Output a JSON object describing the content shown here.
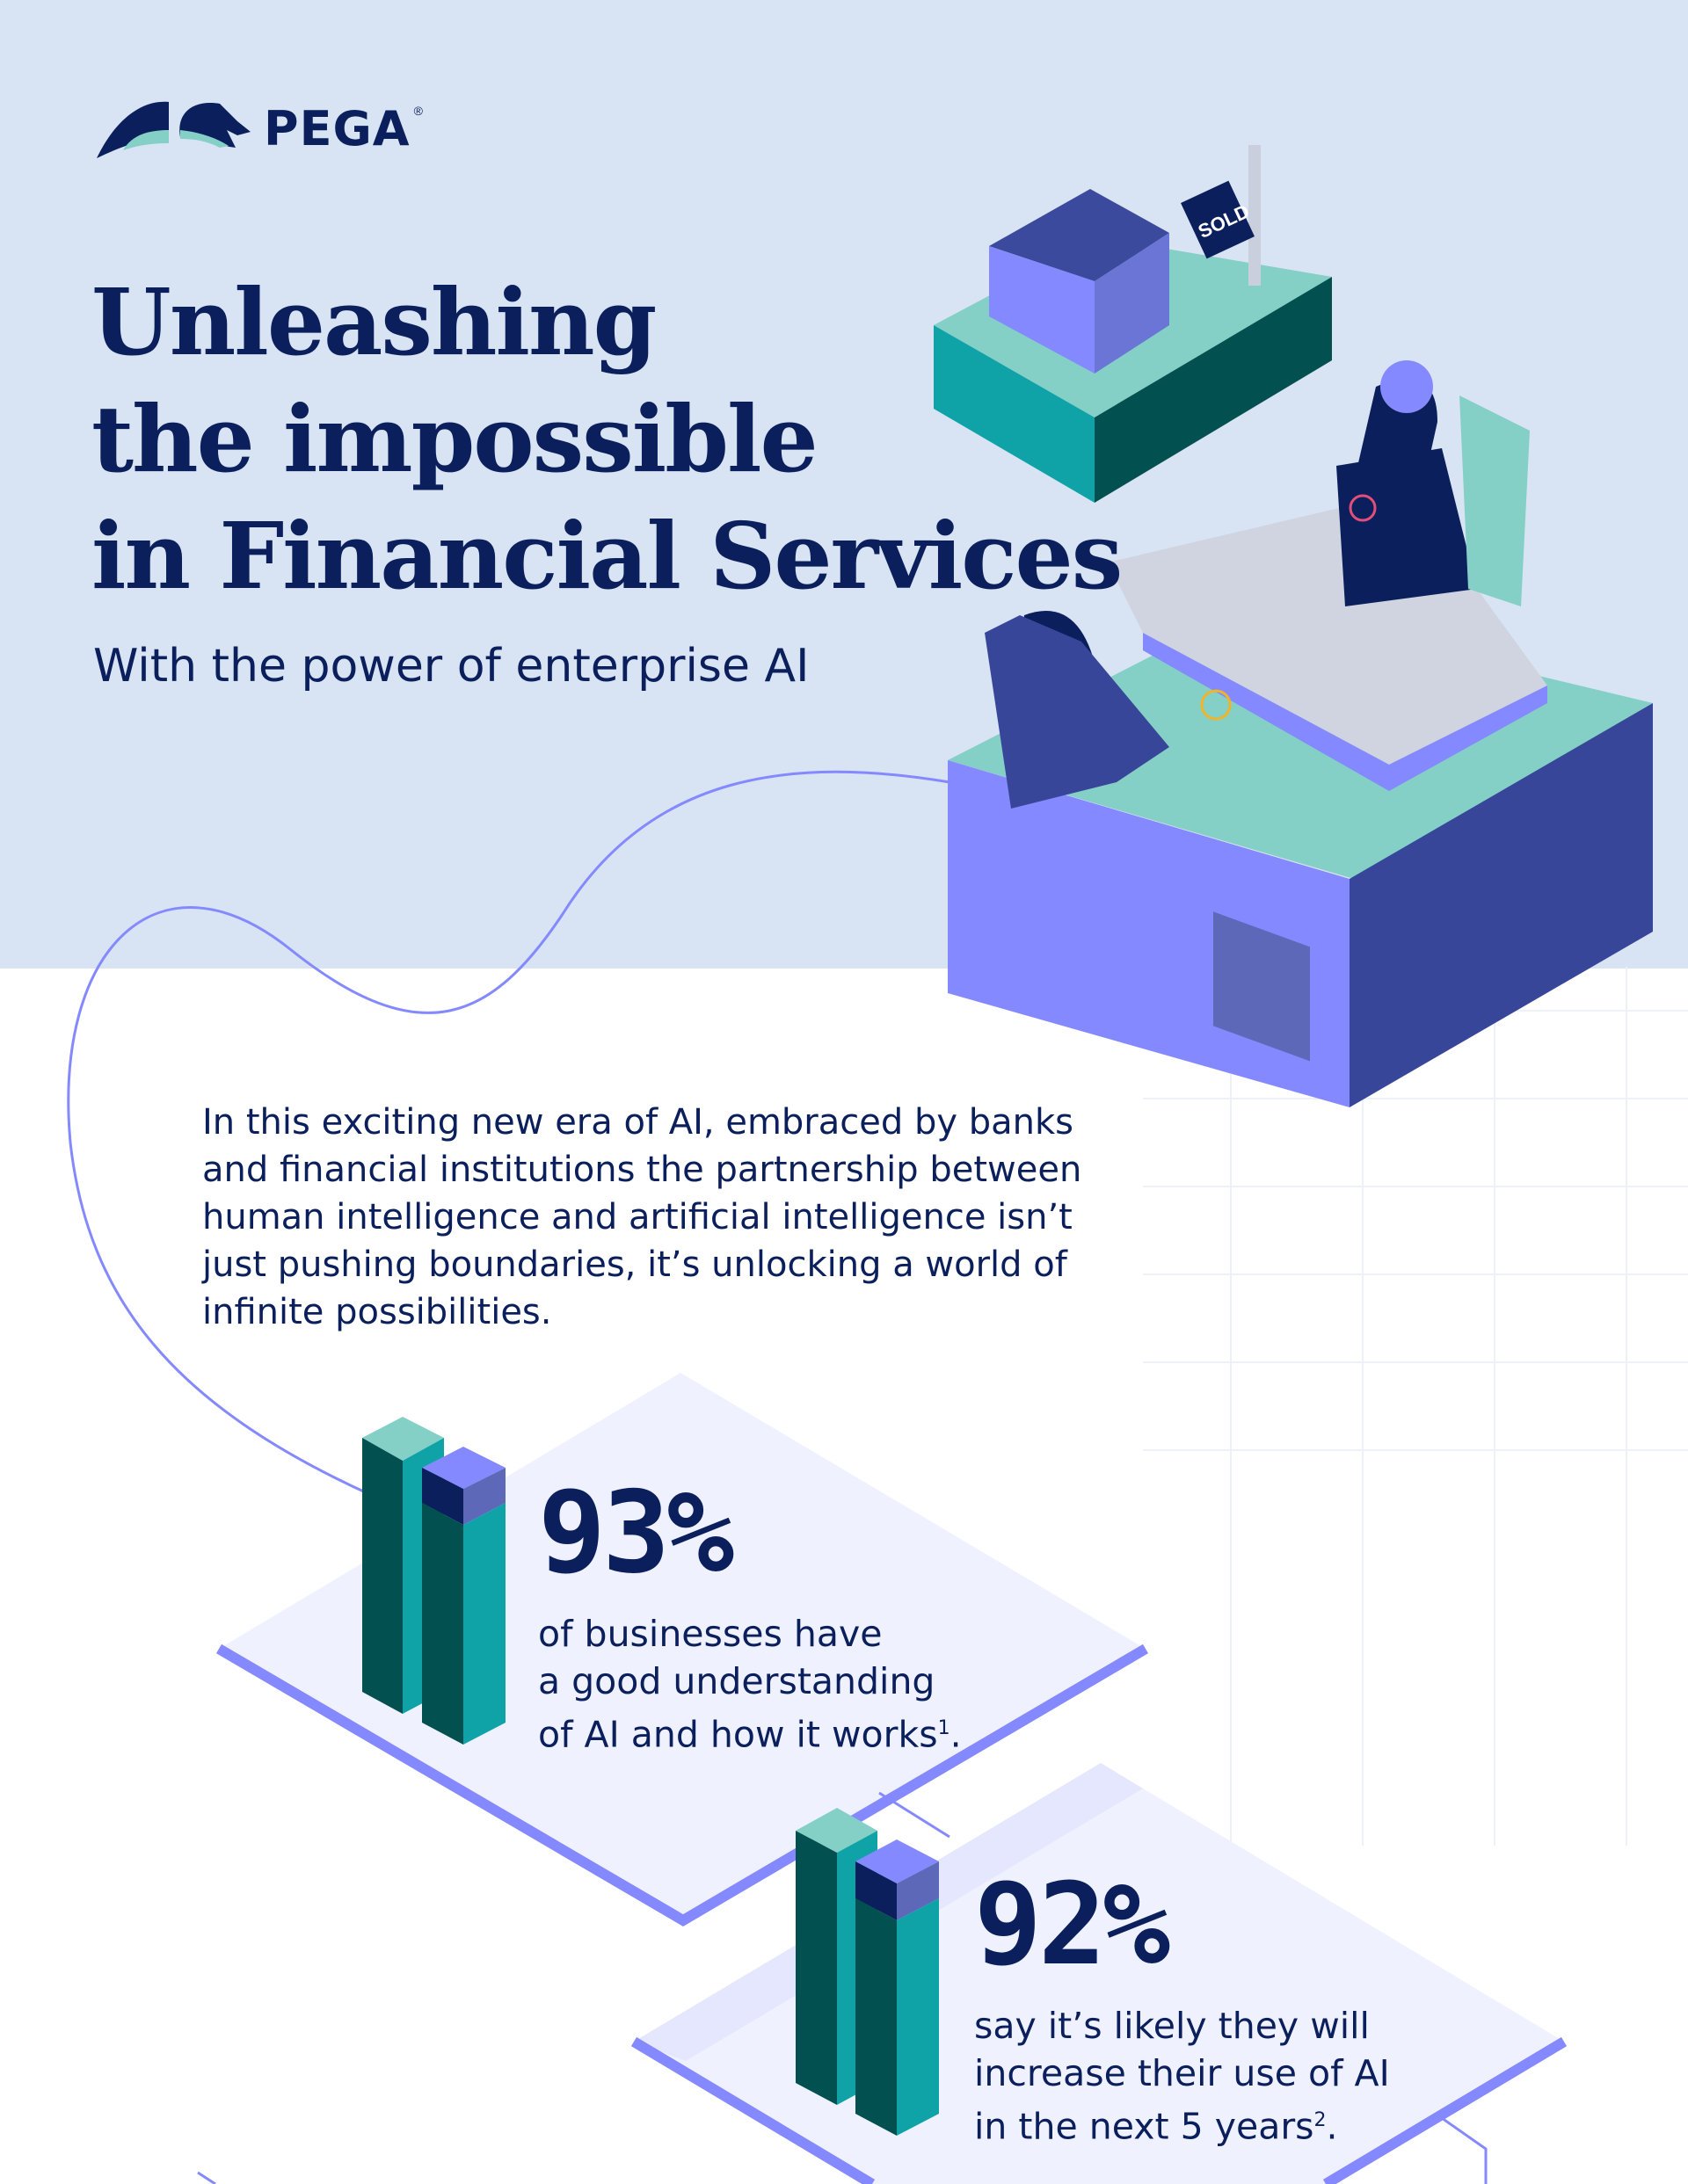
{
  "brand": {
    "logo_text": "PEGA",
    "registered": "®"
  },
  "hero": {
    "title_lines": [
      "Unleashing",
      "the impossible",
      "in Financial Services"
    ],
    "subtitle": "With the power of enterprise AI",
    "sign_text": "SOLD"
  },
  "intro": {
    "text": "In this exciting new era of AI, embraced by banks and financial institutions the partnership between human intelligence and artificial intelligence isn’t just pushing boundaries, it’s unlocking a world of infinite possibilities."
  },
  "stats": [
    {
      "value": "93%",
      "lines": [
        "of businesses have",
        "a good understanding",
        "of AI and how it works"
      ],
      "footnote": "1",
      "end": "."
    },
    {
      "value": "92%",
      "lines": [
        "say it’s likely they will",
        "increase their use of AI",
        "in the next 5 years"
      ],
      "footnote": "2",
      "end": "."
    }
  ],
  "colors": {
    "navy": "#0b1f5c",
    "band": "#d8e3f3",
    "periwinkle": "#8589ff",
    "teal": "#0fa3a8",
    "dark_teal": "#035050",
    "mint": "#84cfc6",
    "panel": "#eff2fe"
  }
}
